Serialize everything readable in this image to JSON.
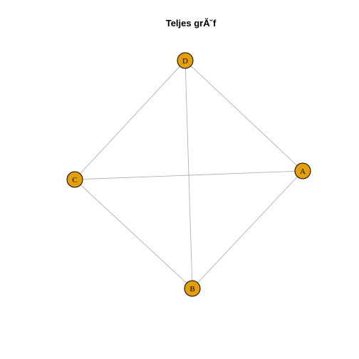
{
  "title": "Teljes grĂ˘f",
  "colors": {
    "background": "#ffffff",
    "node_fill": "#E69F00",
    "node_stroke": "#000000",
    "edge": "#a8a8a8",
    "label": "#000000",
    "title": "#000000"
  },
  "nodes": [
    {
      "id": "D",
      "label": "D"
    },
    {
      "id": "A",
      "label": "A"
    },
    {
      "id": "C",
      "label": "C"
    },
    {
      "id": "B",
      "label": "B"
    }
  ],
  "edges": [
    {
      "from": "D",
      "to": "A"
    },
    {
      "from": "D",
      "to": "C"
    },
    {
      "from": "D",
      "to": "B"
    },
    {
      "from": "C",
      "to": "A"
    },
    {
      "from": "C",
      "to": "B"
    },
    {
      "from": "A",
      "to": "B"
    }
  ]
}
